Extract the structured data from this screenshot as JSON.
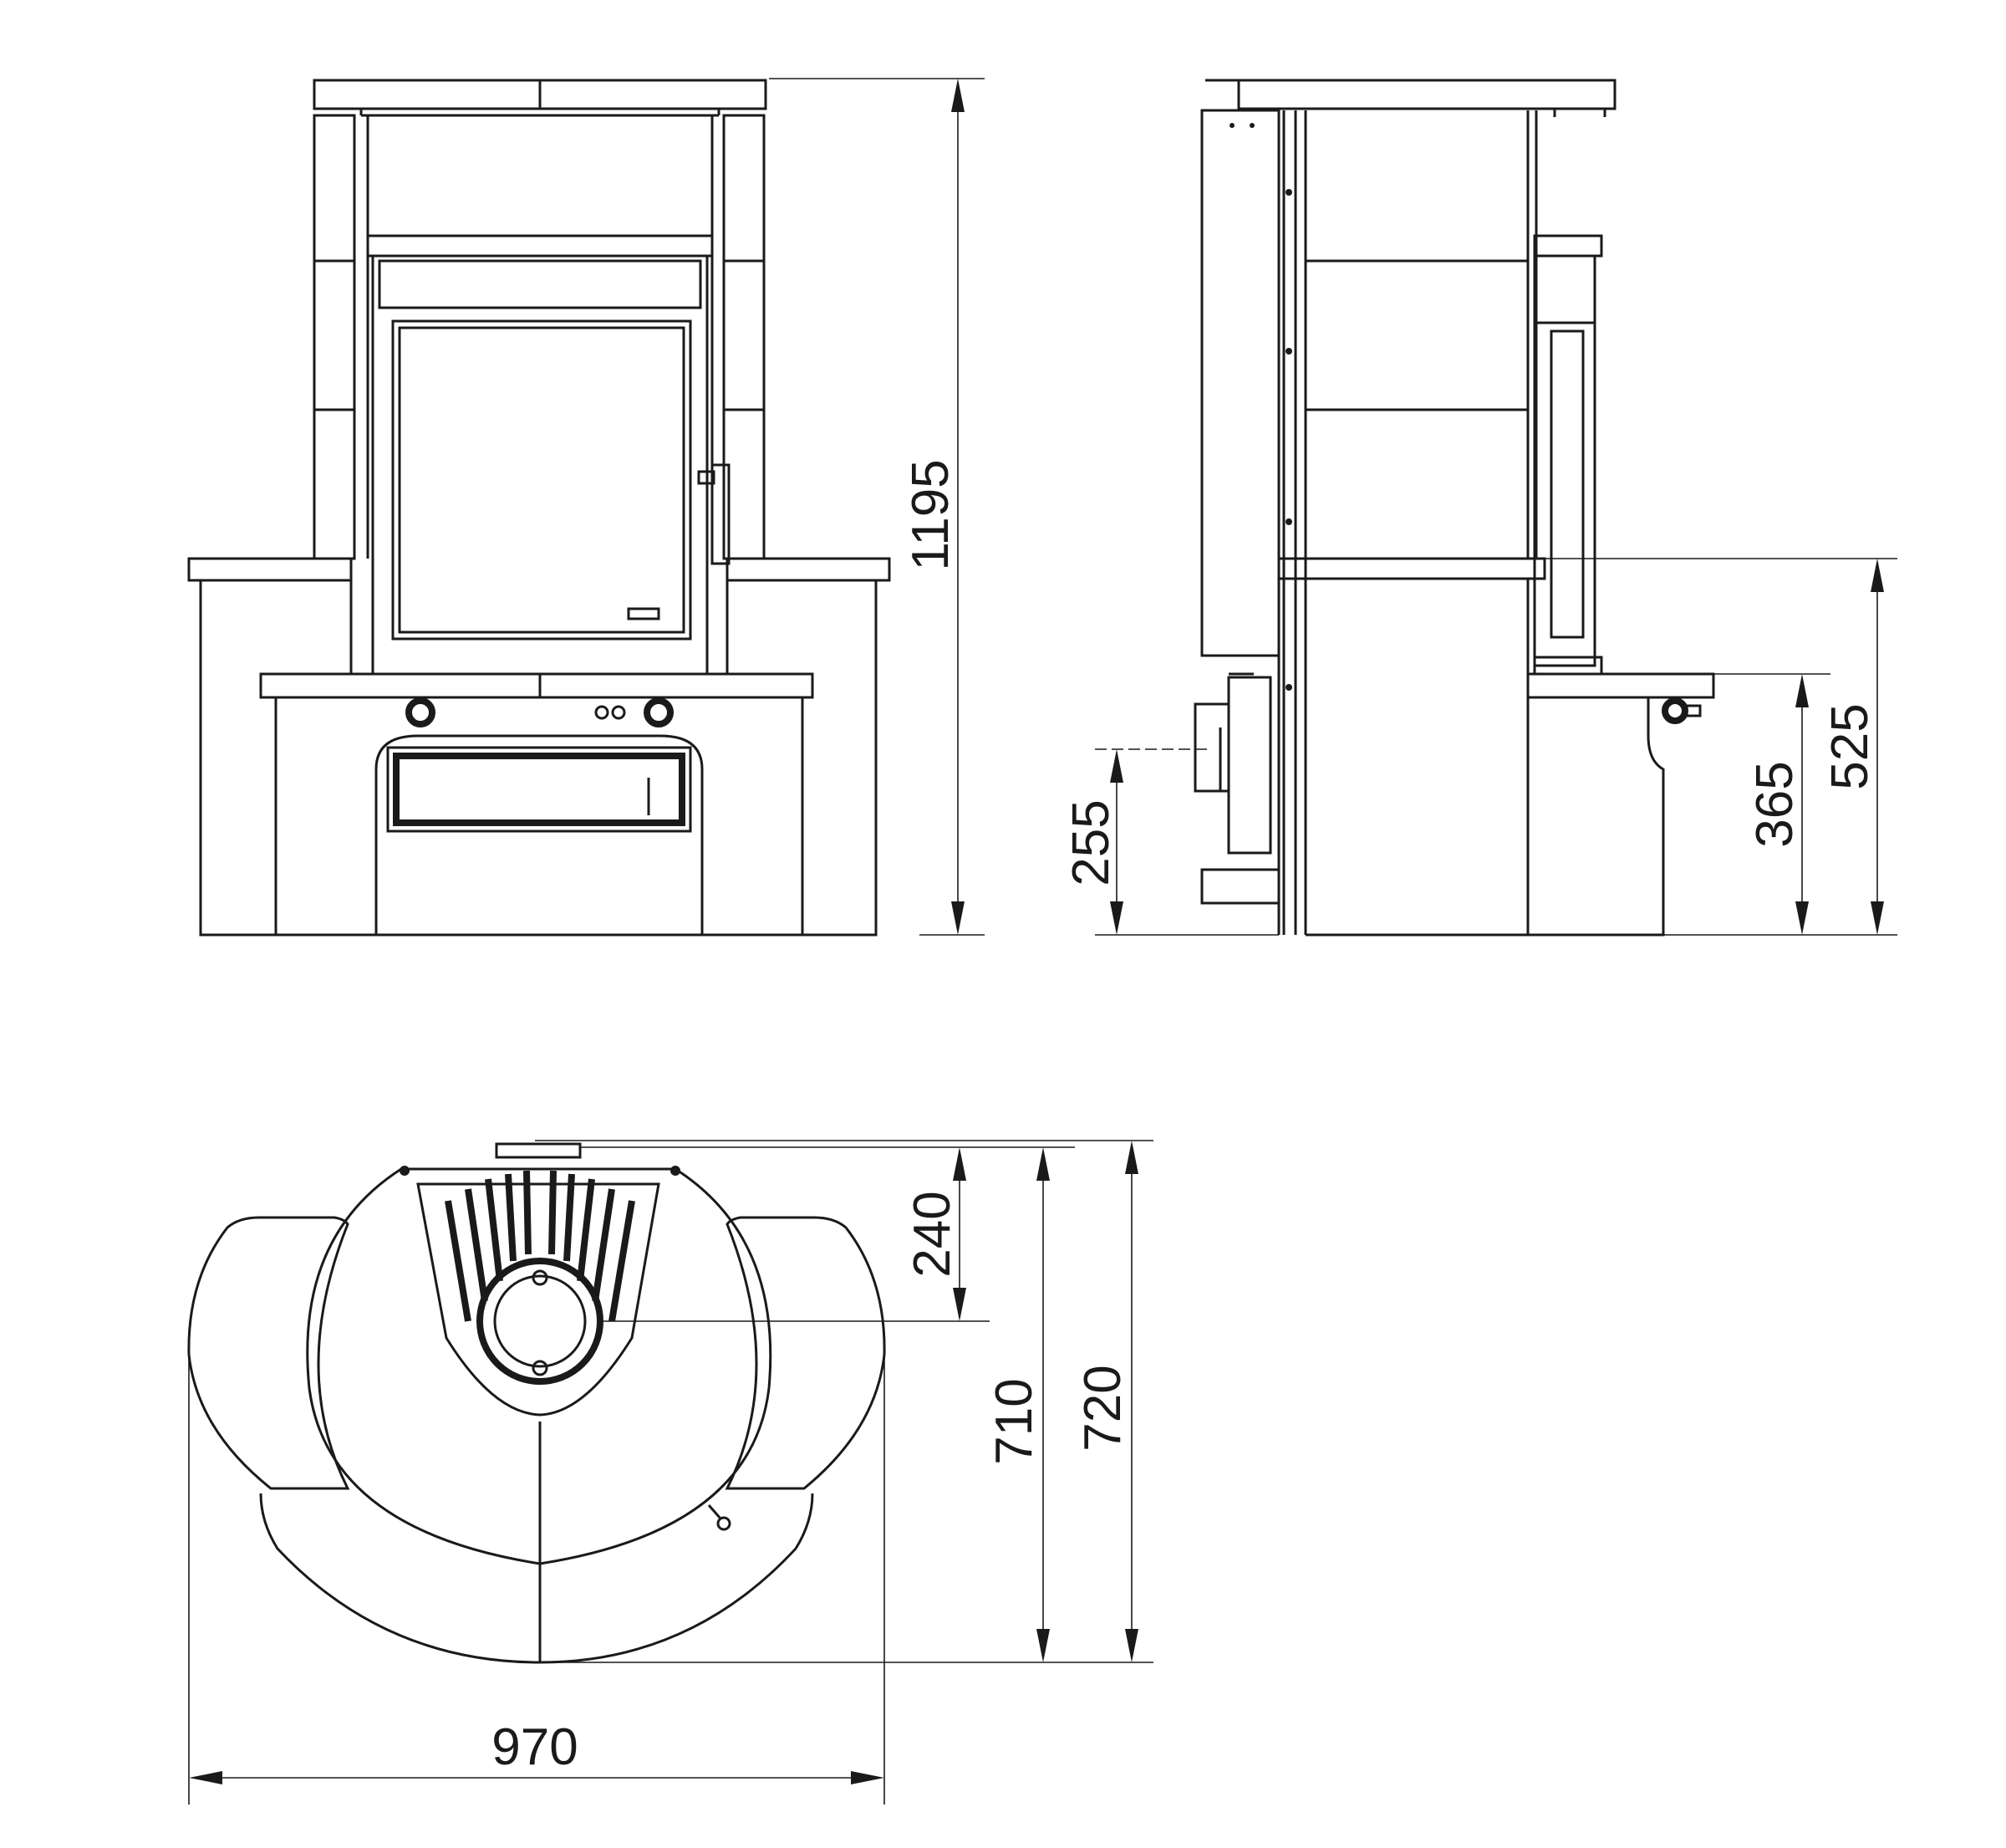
{
  "dimensions": {
    "total_height": "1195",
    "ash_drawer_height": "255",
    "base_plate_height": "365",
    "side_shelf_height": "525",
    "flue_offset": "240",
    "depth_inner": "710",
    "depth_total": "720",
    "width_total": "970"
  }
}
